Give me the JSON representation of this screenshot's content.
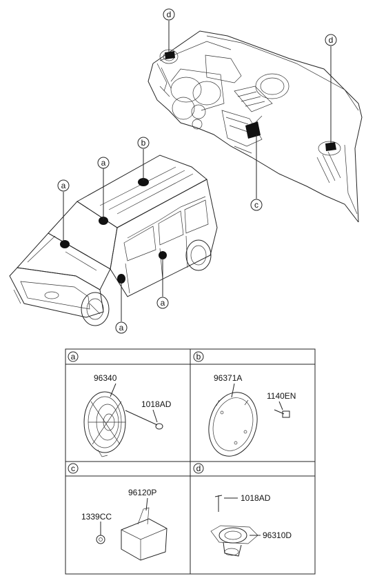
{
  "callouts": {
    "a": "a",
    "b": "b",
    "c": "c",
    "d": "d"
  },
  "panels": {
    "a": {
      "tag": "a",
      "part_main": "96340",
      "part_bolt": "1018AD"
    },
    "b": {
      "tag": "b",
      "part_main": "96371A",
      "part_bolt": "1140EN"
    },
    "c": {
      "tag": "c",
      "part_main": "96120P",
      "part_nut": "1339CC"
    },
    "d": {
      "tag": "d",
      "part_screw": "1018AD",
      "part_main": "96310D"
    }
  }
}
